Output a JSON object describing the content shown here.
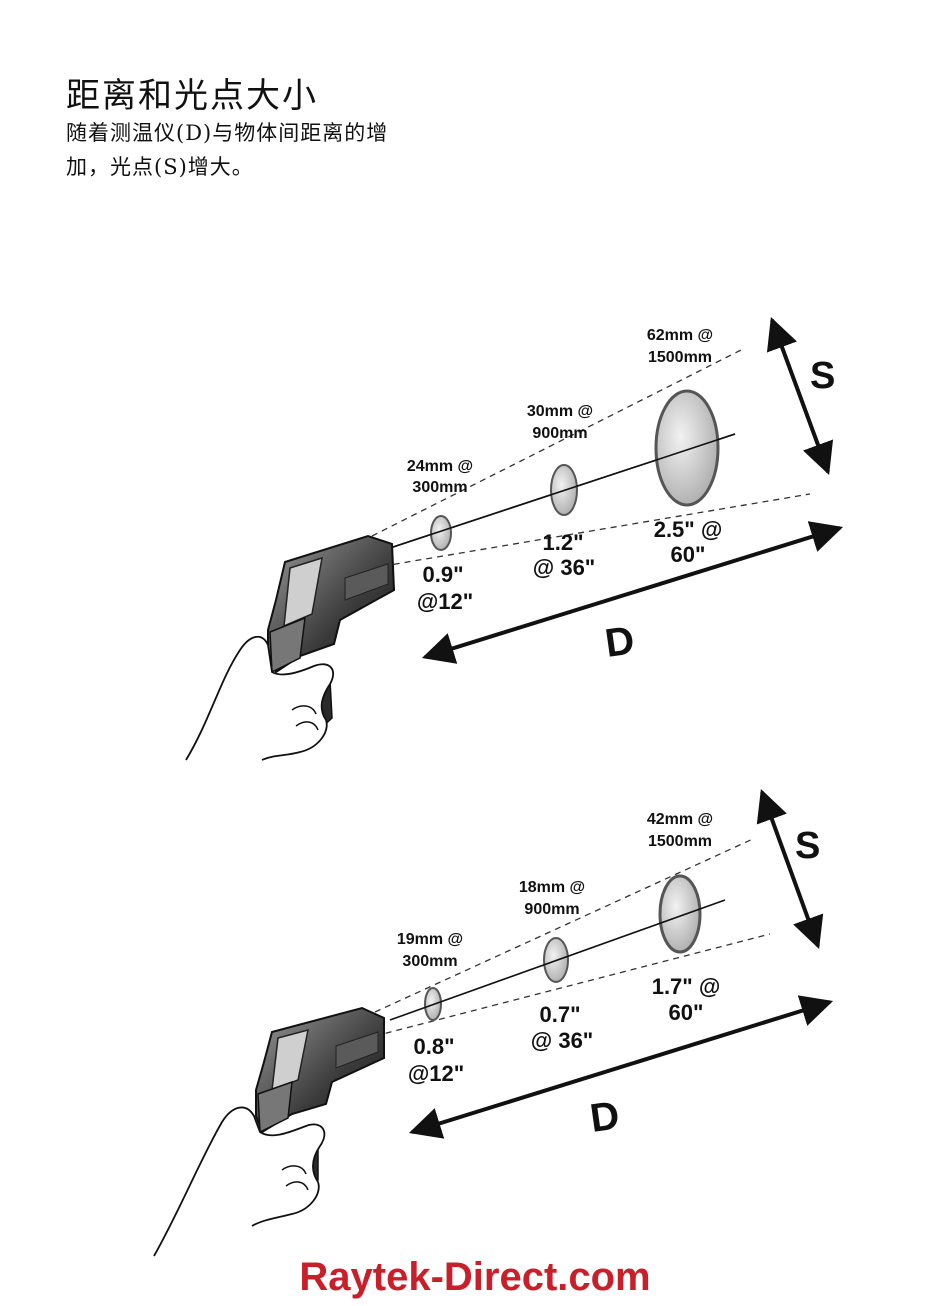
{
  "header": {
    "title": "距离和光点大小",
    "description_line1": "随着测温仪(D)与物体间距离的增",
    "description_line2": "加，光点(S)增大。"
  },
  "diagrams": [
    {
      "spot1_mm": [
        "24mm @",
        "300mm"
      ],
      "spot2_mm": [
        "30mm @",
        "900mm"
      ],
      "spot3_mm": [
        "62mm @",
        "1500mm"
      ],
      "spot1_in": [
        "0.9\"",
        "@12\""
      ],
      "spot2_in": [
        "1.2\"",
        "@ 36\""
      ],
      "spot3_in": [
        "2.5\" @",
        "60\""
      ],
      "s_label": "S",
      "d_label": "D"
    },
    {
      "spot1_mm": [
        "19mm @",
        "300mm"
      ],
      "spot2_mm": [
        "18mm @",
        "900mm"
      ],
      "spot3_mm": [
        "42mm @",
        "1500mm"
      ],
      "spot1_in": [
        "0.8\"",
        "@12\""
      ],
      "spot2_in": [
        "0.7\"",
        "@ 36\""
      ],
      "spot3_in": [
        "1.7\" @",
        "60\""
      ],
      "s_label": "S",
      "d_label": "D"
    }
  ],
  "footer": {
    "brand": "Raytek-Direct.com",
    "brand_color": "#c8202a"
  }
}
